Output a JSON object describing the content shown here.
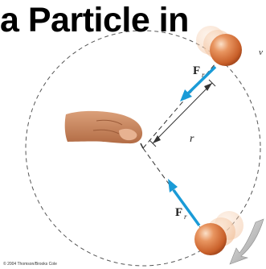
{
  "header": {
    "title": "a Particle in"
  },
  "diagram": {
    "force_label_top": "F",
    "force_label_top_sub": "r",
    "force_label_bottom": "F",
    "force_label_bottom_sub": "r",
    "radius_label": "r"
  },
  "footer": {
    "copyright": "© 2004 Thomson/Brooks Cole"
  },
  "colors": {
    "ball": "#d9783c",
    "ball_highlight": "#f6c9a6",
    "ball_ghost": "#f2c2a0",
    "force_arrow": "#1a9bd7",
    "motion_arrow": "#b5b5b5",
    "hand": "#c9875e",
    "dashed_circle": "#555555"
  },
  "icons": {
    "hand": "hand-icon",
    "ball": "sphere-icon",
    "motion_arrow": "curved-arrow-icon"
  }
}
